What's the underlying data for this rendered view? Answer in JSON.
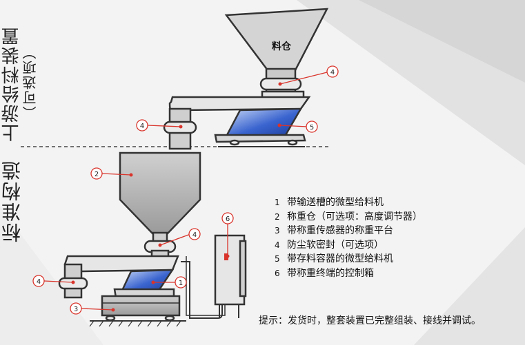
{
  "diagram": {
    "side_labels": {
      "upstream": "上游给料装置",
      "upstream_note": "（可选项）",
      "standard": "标准构造"
    },
    "hopper_label": "料仓",
    "callouts": {
      "c1": "1",
      "c2": "2",
      "c3": "3",
      "c4": "4",
      "c5": "5",
      "c6": "6"
    },
    "legend": [
      {
        "num": "1",
        "text": "带输送槽的微型给料机"
      },
      {
        "num": "2",
        "text": "称重仓（可选项：高度调节器）"
      },
      {
        "num": "3",
        "text": "带称重传感器的称重平台"
      },
      {
        "num": "4",
        "text": "防尘软密封（可选项）"
      },
      {
        "num": "5",
        "text": "带存料容器的微型给料机"
      },
      {
        "num": "6",
        "text": "带称重终端的控制箱"
      }
    ],
    "note": "提示：发货时，整套装置已完整组装、接线并调试。"
  },
  "colors": {
    "callout_red": "#d9342b",
    "blue_accent": "#2a56c6",
    "outline": "#333333"
  }
}
